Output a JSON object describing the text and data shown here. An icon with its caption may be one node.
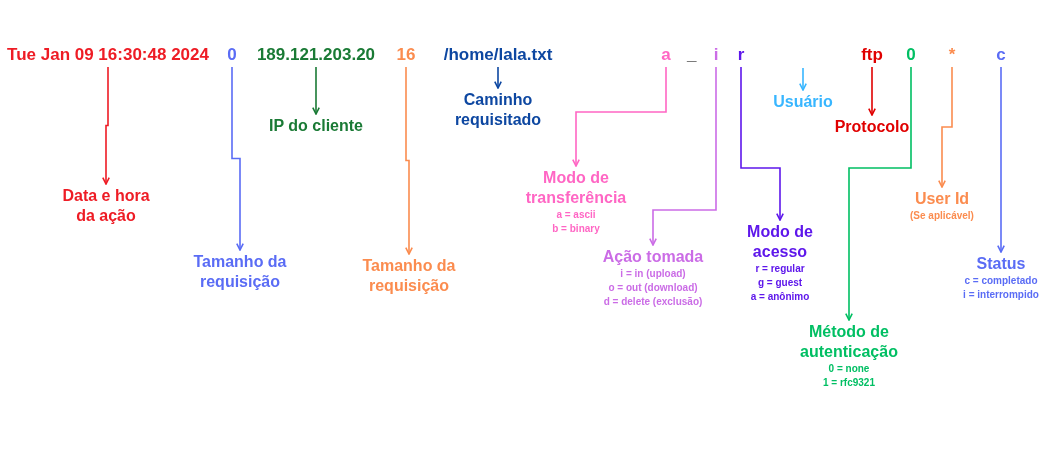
{
  "diagram": {
    "nodes": [
      {
        "text": [
          "Tue Jan 09 16:30:48 2024"
        ]
      },
      {
        "text": [
          "0"
        ]
      },
      {
        "text": [
          "189.121.203.20"
        ]
      },
      {
        "text": [
          "16"
        ]
      },
      {
        "text": [
          "/home/lala.txt"
        ]
      },
      {
        "text": [
          "a"
        ]
      },
      {
        "text": [
          "i"
        ]
      },
      {
        "text": [
          "r"
        ]
      },
      {
        "text": [
          "ftp"
        ]
      },
      {
        "text": [
          "0"
        ]
      },
      {
        "text": [
          "*"
        ]
      },
      {
        "text": [
          "c"
        ]
      },
      {
        "text": [
          "Data e hora da ação"
        ]
      },
      {
        "text": [
          "Tamanho da requisição"
        ]
      },
      {
        "text": [
          "IP do cliente"
        ]
      },
      {
        "text": [
          "Tamanho da requisição"
        ]
      },
      {
        "text": [
          "Caminho requisitado"
        ]
      },
      {
        "text": [
          "Modo de transferência",
          "a = ascii",
          "b = binary"
        ]
      },
      {
        "text": [
          "Ação tomada",
          "i = in (upload)",
          "o = out (download)",
          "d = delete (exclusão)"
        ]
      },
      {
        "text": [
          "Modo de acesso",
          "r = regular",
          "g = guest",
          "a = anônimo"
        ]
      },
      {
        "text": [
          "Usuário"
        ]
      },
      {
        "text": [
          "Protocolo"
        ]
      },
      {
        "text": [
          "Método de autenticação",
          "0 = none",
          "1 = rfc9321"
        ]
      },
      {
        "text": [
          "User Id",
          "(Se aplicável)"
        ]
      },
      {
        "text": [
          "Status",
          "c = completado",
          "i = interrompido"
        ]
      }
    ],
    "edges": [
      {
        "from": 0,
        "to": 12,
        "arrow": "to",
        "color": "#ee1c25"
      },
      {
        "from": 1,
        "to": 13,
        "arrow": "to",
        "color": "#5a6cf5"
      },
      {
        "from": 2,
        "to": 14,
        "arrow": "to",
        "color": "#1a7a35"
      },
      {
        "from": 3,
        "to": 15,
        "arrow": "to",
        "color": "#fb8c4f"
      },
      {
        "from": 4,
        "to": 16,
        "arrow": "to",
        "color": "#0d47a1"
      },
      {
        "from": 5,
        "to": 17,
        "arrow": "to",
        "color": "#ff66c4"
      },
      {
        "from": 6,
        "to": 18,
        "arrow": "to",
        "color": "#cb6ce6"
      },
      {
        "from": 7,
        "to": 19,
        "arrow": "to",
        "color": "#5e17eb"
      },
      {
        "from": null,
        "to": 20,
        "arrow": "to",
        "color": "#38b6ff"
      },
      {
        "from": 8,
        "to": 21,
        "arrow": "to",
        "color": "#e00000"
      },
      {
        "from": 9,
        "to": 22,
        "arrow": "to",
        "color": "#00bf63"
      },
      {
        "from": 10,
        "to": 23,
        "arrow": "to",
        "color": "#fb8c4f"
      },
      {
        "from": 11,
        "to": 24,
        "arrow": "to",
        "color": "#5a6cf5"
      }
    ],
    "labels": [
      "_"
    ]
  }
}
